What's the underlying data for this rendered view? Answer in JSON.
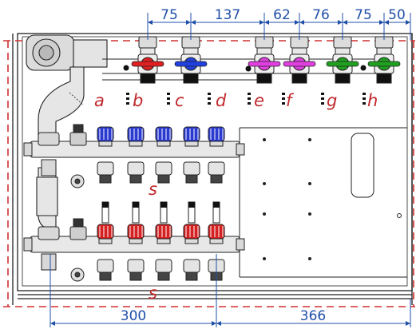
{
  "top_dimensions": [
    "75",
    "137",
    "62",
    "76",
    "75",
    "50"
  ],
  "bottom_dimensions": [
    "300",
    "366"
  ],
  "valve_labels": [
    "a",
    "b",
    "c",
    "d",
    "e",
    "f",
    "g",
    "h"
  ],
  "manifold_labels": [
    "s",
    "s"
  ],
  "valve_colors": [
    "#e02020",
    "#2040e0",
    "#e040e0",
    "#e040e0",
    "#20a020",
    "#20a020"
  ],
  "colors": {
    "dimension": "#1f4fa8",
    "label": "#c0282c",
    "cabinet_dash": "#d03030",
    "supply_caps": "#2a3ad0",
    "return_caps": "#d42020"
  }
}
